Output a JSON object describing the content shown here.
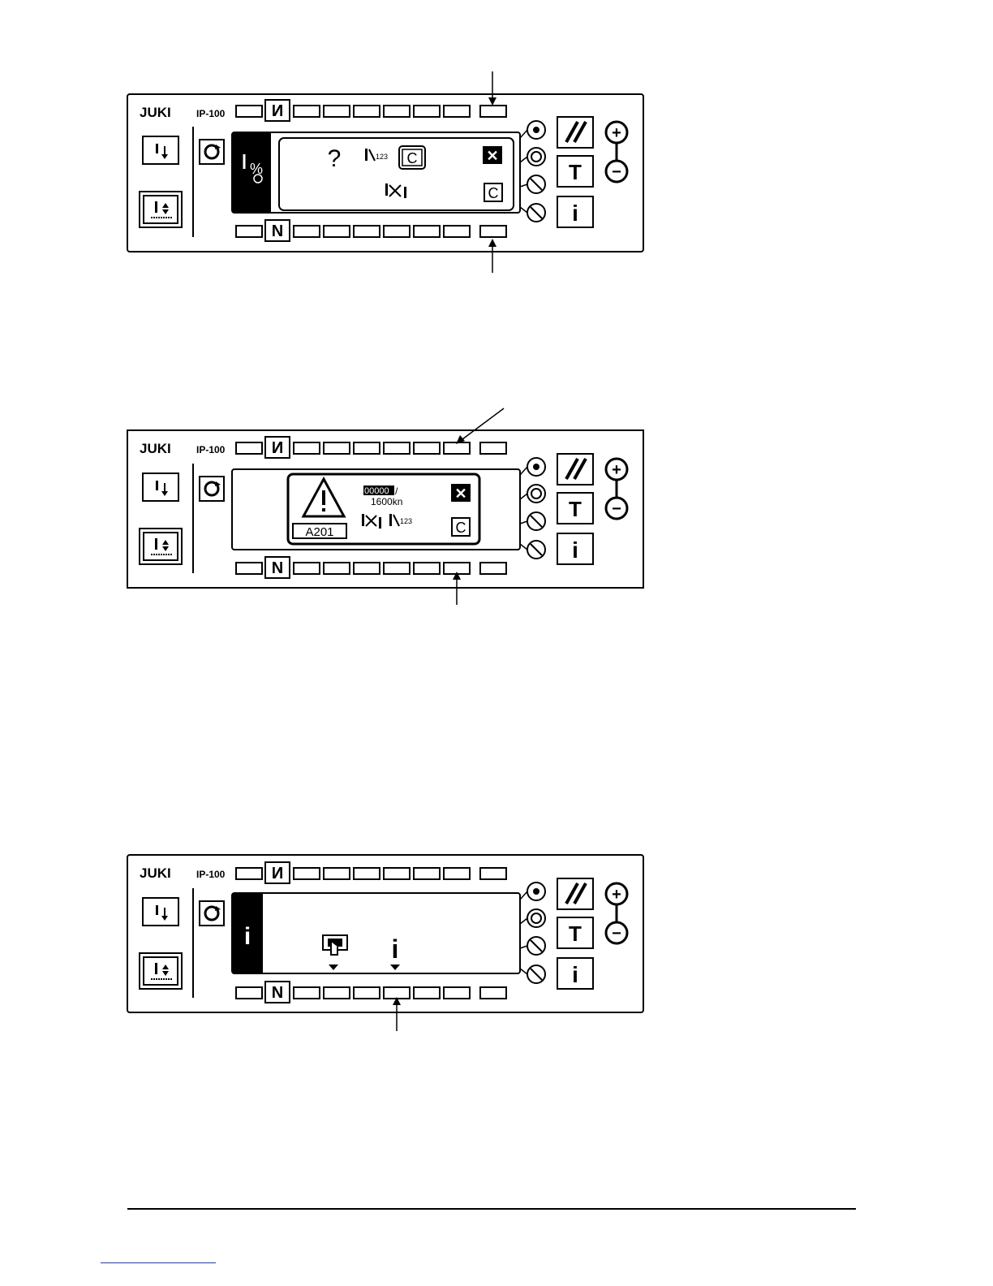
{
  "brand": "JUKI",
  "model": "IP-100",
  "icons": {
    "reverse_top": "reverse-feed-icon",
    "normal_bottom": "normal-feed-icon",
    "needle_down": "needle-down-icon",
    "needle_updown": "needle-up-down-icon",
    "rotate": "rotate-icon",
    "reset": "reset-icon",
    "test": "test-icon",
    "info": "information-icon",
    "plus": "plus-icon",
    "minus": "minus-icon",
    "side_switches": [
      "tension-icon",
      "bobbin-icon",
      "thread-trim-icon",
      "wiper-icon"
    ]
  },
  "labels": {
    "reverse_key": "N",
    "normal_key": "N",
    "test_key": "T",
    "info_key": "i",
    "plus": "+",
    "minus": "−"
  },
  "screen1": {
    "question": "?",
    "counter_tag": "123",
    "clear": "C",
    "clear_box": "C",
    "close": "✕"
  },
  "screen2": {
    "counter_value": "00000",
    "separator": "/",
    "counter_limit": "1600kn",
    "error_code": "A201",
    "counter_tag": "123",
    "clear": "C",
    "close": "✕"
  },
  "screen3": {
    "info_tab": "i",
    "info_icon": "i"
  }
}
